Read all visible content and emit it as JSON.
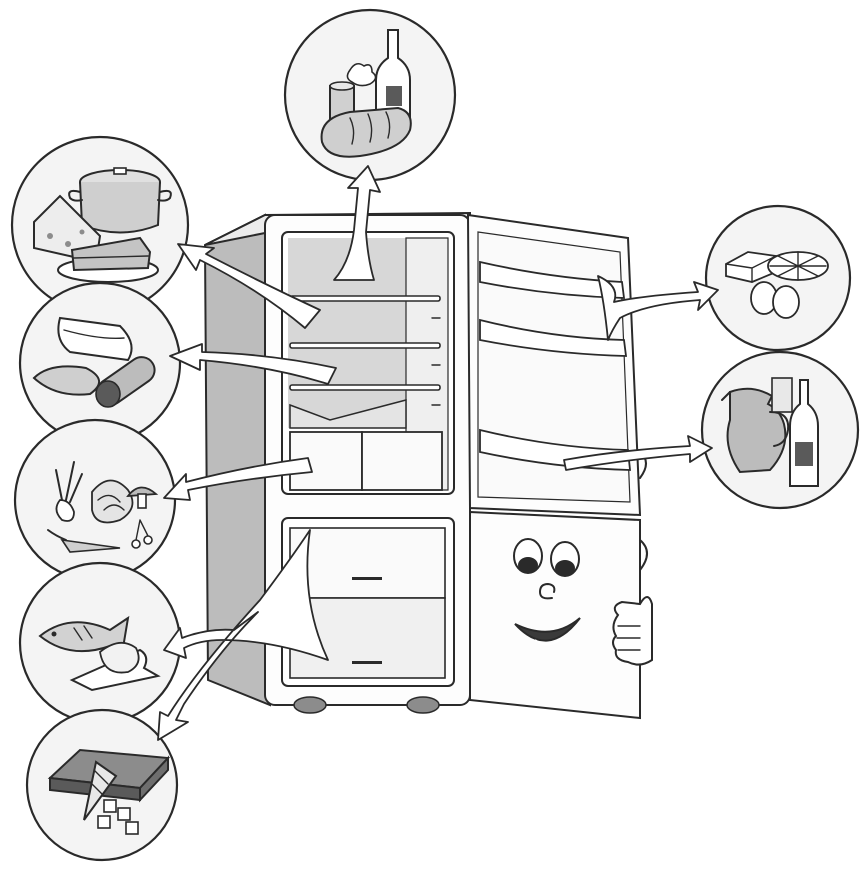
{
  "diagram": {
    "zones": [
      {
        "id": "top-shelf",
        "icons": [
          "bottle-icon",
          "can-icon",
          "bread-icon"
        ]
      },
      {
        "id": "upper-shelf",
        "icons": [
          "pot-icon",
          "cheese-icon",
          "cake-icon"
        ]
      },
      {
        "id": "middle-shelf",
        "icons": [
          "meat-icon",
          "sausage-icon"
        ]
      },
      {
        "id": "vegetable-drawer",
        "icons": [
          "vegetables-icon",
          "mushroom-icon",
          "cherries-icon"
        ]
      },
      {
        "id": "freezer-upper",
        "icons": [
          "fish-icon",
          "chicken-icon"
        ]
      },
      {
        "id": "freezer-lower",
        "icons": [
          "ice-cream-icon",
          "ice-cubes-icon"
        ]
      },
      {
        "id": "door-upper",
        "icons": [
          "butter-icon",
          "cheese-wheel-icon",
          "eggs-icon"
        ]
      },
      {
        "id": "door-lower",
        "icons": [
          "jug-icon",
          "bottle-icon",
          "milk-icon"
        ]
      }
    ],
    "colors": {
      "outline": "#2a2a2a",
      "fridge-interior": "#d7d7d7",
      "fridge-side": "#bcbcbc",
      "background": "#ffffff"
    }
  }
}
